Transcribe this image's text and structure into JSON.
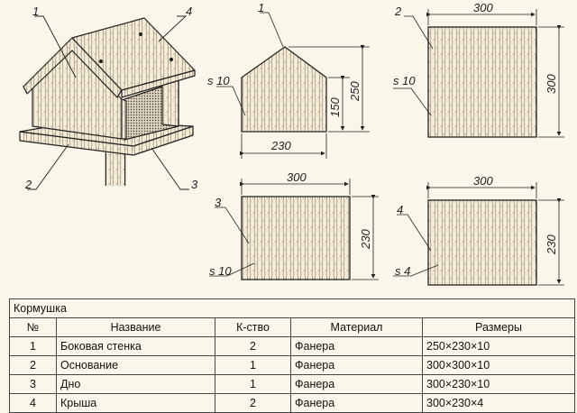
{
  "labels": {
    "house_side": "1",
    "house_base": "2",
    "house_floor": "3",
    "house_roof": "4",
    "p1": "1",
    "p2": "2",
    "p3": "3",
    "p4": "4"
  },
  "dims": {
    "p1_width": "230",
    "p1_height": "250",
    "p1_wall": "150",
    "p1_thick": "s 10",
    "p2_width": "300",
    "p2_height": "300",
    "p2_thick": "s 10",
    "p3_width": "300",
    "p3_height": "230",
    "p3_thick": "s 10",
    "p4_width": "300",
    "p4_height": "230",
    "p4_thick": "s 4"
  },
  "table": {
    "title": "Кормушка",
    "headers": [
      "№",
      "Название",
      "К-ство",
      "Материал",
      "Размеры"
    ],
    "rows": [
      [
        "1",
        "Боковая стенка",
        "2",
        "Фанера",
        "250×230×10"
      ],
      [
        "2",
        "Оснoвание",
        "1",
        "Фанера",
        "300×300×10"
      ],
      [
        "3",
        "Дно",
        "1",
        "Фанера",
        "300×230×10"
      ],
      [
        "4",
        "Крыша",
        "2",
        "Фанера",
        "300×230×4"
      ]
    ]
  }
}
